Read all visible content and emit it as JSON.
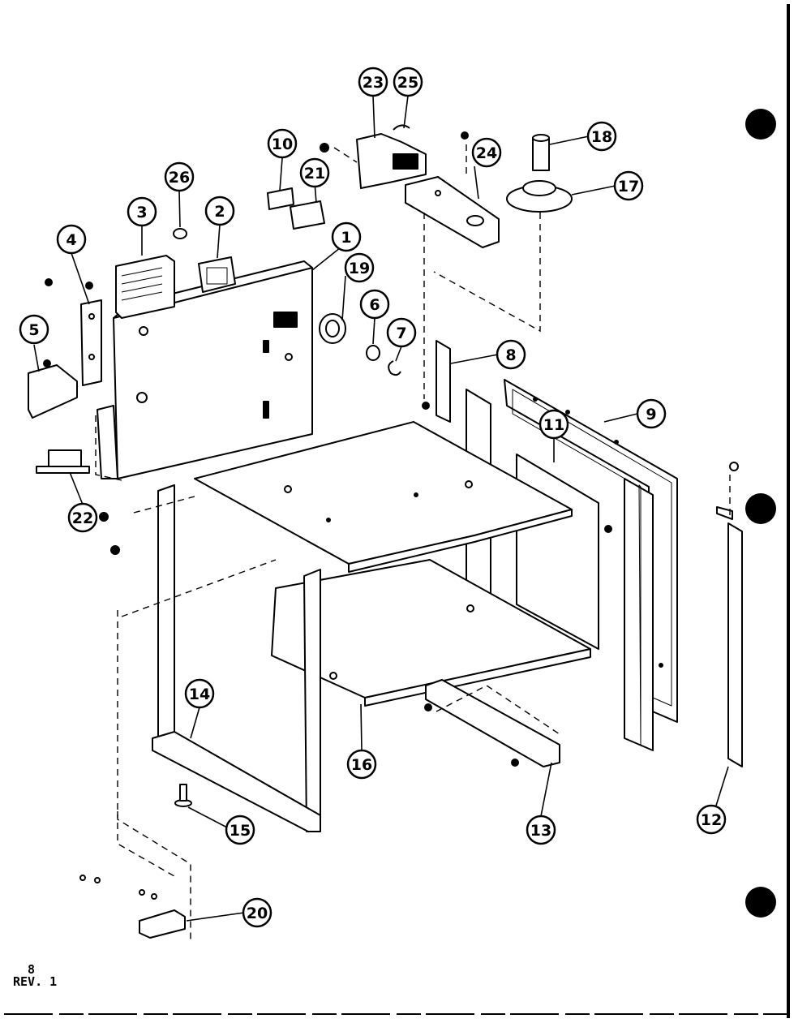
{
  "diagram": {
    "callouts": [
      {
        "id": "1",
        "label": "1"
      },
      {
        "id": "2",
        "label": "2"
      },
      {
        "id": "3",
        "label": "3"
      },
      {
        "id": "4",
        "label": "4"
      },
      {
        "id": "5",
        "label": "5"
      },
      {
        "id": "6",
        "label": "6"
      },
      {
        "id": "7",
        "label": "7"
      },
      {
        "id": "8",
        "label": "8"
      },
      {
        "id": "9",
        "label": "9"
      },
      {
        "id": "10",
        "label": "10"
      },
      {
        "id": "11",
        "label": "11"
      },
      {
        "id": "12",
        "label": "12"
      },
      {
        "id": "13",
        "label": "13"
      },
      {
        "id": "14",
        "label": "14"
      },
      {
        "id": "15",
        "label": "15"
      },
      {
        "id": "16",
        "label": "16"
      },
      {
        "id": "17",
        "label": "17"
      },
      {
        "id": "18",
        "label": "18"
      },
      {
        "id": "19",
        "label": "19"
      },
      {
        "id": "20",
        "label": "20"
      },
      {
        "id": "21",
        "label": "21"
      },
      {
        "id": "22",
        "label": "22"
      },
      {
        "id": "23",
        "label": "23"
      },
      {
        "id": "24",
        "label": "24"
      },
      {
        "id": "25",
        "label": "25"
      },
      {
        "id": "26",
        "label": "26"
      }
    ]
  },
  "footer": {
    "page_number": "8",
    "revision": "REV. 1"
  }
}
